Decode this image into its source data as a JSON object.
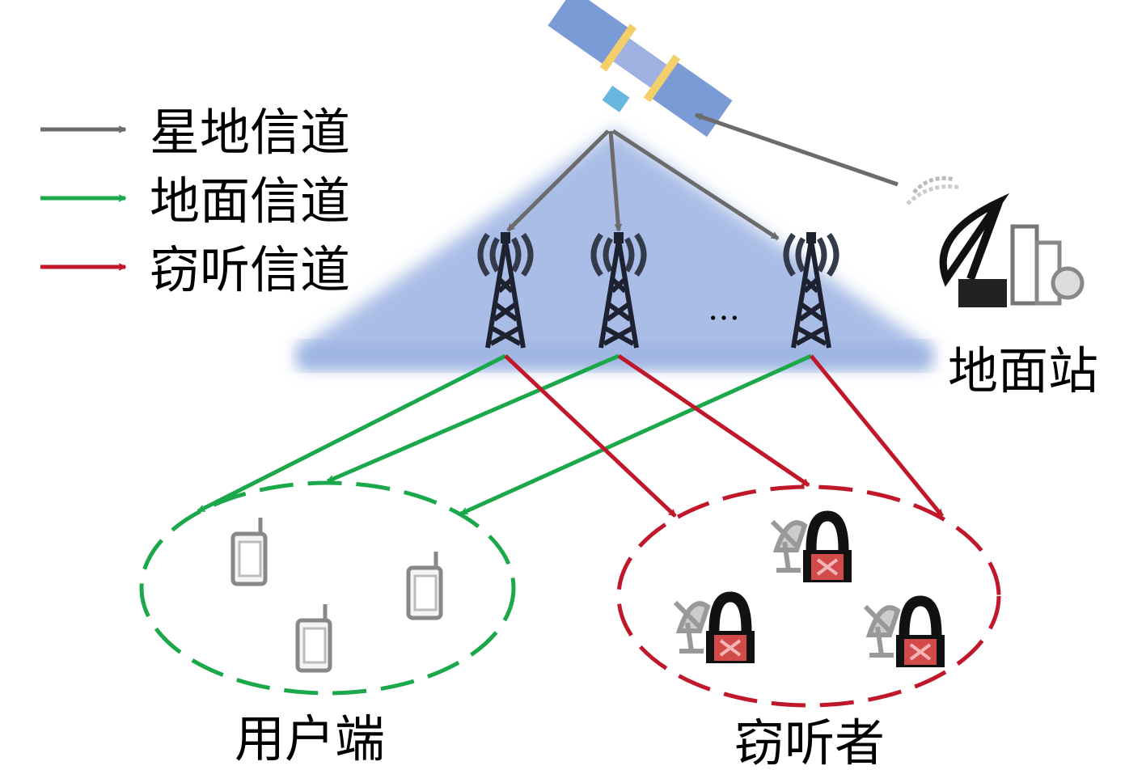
{
  "legend": [
    {
      "label": "星地信道",
      "color": "#6b6b6b"
    },
    {
      "label": "地面信道",
      "color": "#1aa84a"
    },
    {
      "label": "窃听信道",
      "color": "#c0182a"
    }
  ],
  "labels": {
    "ground_station": "地面站",
    "users": "用户端",
    "eavesdroppers": "窃听者",
    "ellipsis": "…"
  },
  "colors": {
    "coverage": "#a9bde6",
    "satellite": "#7a9bd6",
    "panel_accent": "#f2cf6a"
  }
}
